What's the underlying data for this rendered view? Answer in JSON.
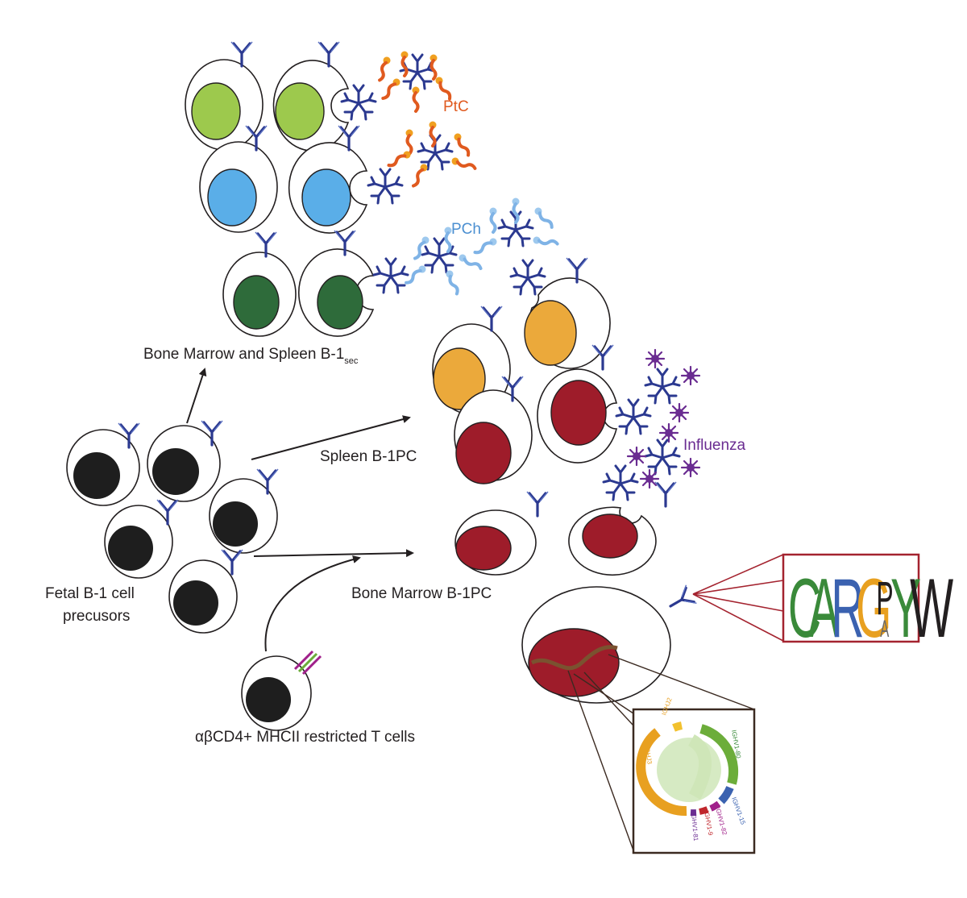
{
  "labels": {
    "bone_marrow_spleen": "Bone Marrow and Spleen B-1",
    "bone_marrow_spleen_sub": "sec",
    "spleen_b1pc": "Spleen B-1PC",
    "bone_marrow_b1pc": "Bone Marrow B-1PC",
    "fetal_line1": "Fetal B-1 cell",
    "fetal_line2": "precusors",
    "t_cells": "αβCD4+ MHCII restricted T cells",
    "ptc": "PtC",
    "pch": "PCh",
    "influenza": "Influenza"
  },
  "motif": {
    "letters": [
      "C",
      "A",
      "R",
      "G",
      "P",
      "A",
      "Y",
      "W"
    ]
  },
  "gene_usage": {
    "segments": [
      "IGHJ2",
      "IGHV1-80",
      "IGHJ3",
      "IGHV1-15",
      "IGHV1-82",
      "IGHV1-9",
      "IGHV1-81"
    ]
  },
  "colors": {
    "ptc": "#e05a1f",
    "pch": "#4b8fd1",
    "influenza": "#6a2c91",
    "antibody": "#2b3990",
    "lime_nucleus": "#9dc94d",
    "blue_nucleus": "#5aaee8",
    "darkgreen_nucleus": "#2e6b3a",
    "orange_nucleus": "#eba93b",
    "red_nucleus": "#9e1c2a",
    "black_nucleus": "#1e1e1e",
    "motif_box": "#a4232f"
  }
}
